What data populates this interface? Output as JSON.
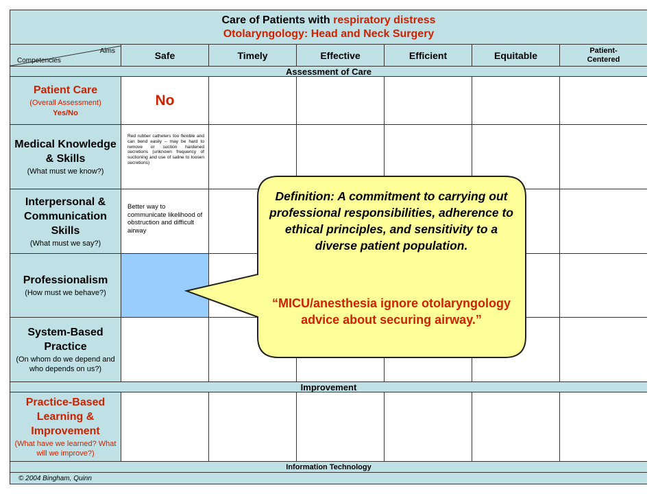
{
  "title": {
    "line1_prefix": "Care of Patients with ",
    "line1_highlight": "respiratory distress",
    "line2": "Otolaryngology: Head and Neck Surgery"
  },
  "corner": {
    "aims": "Aims",
    "competencies": "Competencies"
  },
  "columns": [
    "Safe",
    "Timely",
    "Effective",
    "Efficient",
    "Equitable"
  ],
  "column_patient_centered": {
    "line1": "Patient-",
    "line2": "Centered"
  },
  "bands": {
    "assessment": "Assessment of Care",
    "improvement": "Improvement",
    "info_tech": "Information Technology"
  },
  "rows": {
    "patient_care": {
      "title": "Patient Care",
      "sub1": "(Overall Assessment)",
      "sub2": "Yes/No"
    },
    "medical_knowledge": {
      "title": "Medical Knowledge & Skills",
      "sub": "(What must we know?)"
    },
    "interpersonal": {
      "title": "Interpersonal & Communication Skills",
      "sub": "(What must we say?)"
    },
    "professionalism": {
      "title": "Professionalism",
      "sub": "(How must we behave?)"
    },
    "system_based": {
      "title": "System-Based Practice",
      "sub": "(On whom do we depend and who depends on us?)"
    },
    "practice_based": {
      "title": "Practice-Based Learning & Improvement",
      "sub": "(What have we learned? What will we improve?)"
    }
  },
  "cells": {
    "patient_care_safe": "No",
    "medical_knowledge_safe": "Red rubber catheters too flexible and can bend easily – may be hard to remove or suction hardened secretions (unknown frequency of suctioning and use of saline to loosen secretions)",
    "interpersonal_safe": "Better way to communicate likelihood of obstruction and difficult airway"
  },
  "callout": {
    "definition": "Definition: A commitment to carrying out professional responsibilities, adherence to ethical principles, and sensitivity to a diverse patient population.",
    "quote": "“MICU/anesthesia ignore otolaryngology advice about securing airway.”"
  },
  "copyright": "© 2004 Bingham, Quinn",
  "colors": {
    "teal_band": "#bfe1e6",
    "highlight_cell": "#99ccff",
    "callout_fill": "#ffff99",
    "accent_red": "#cc2200"
  }
}
